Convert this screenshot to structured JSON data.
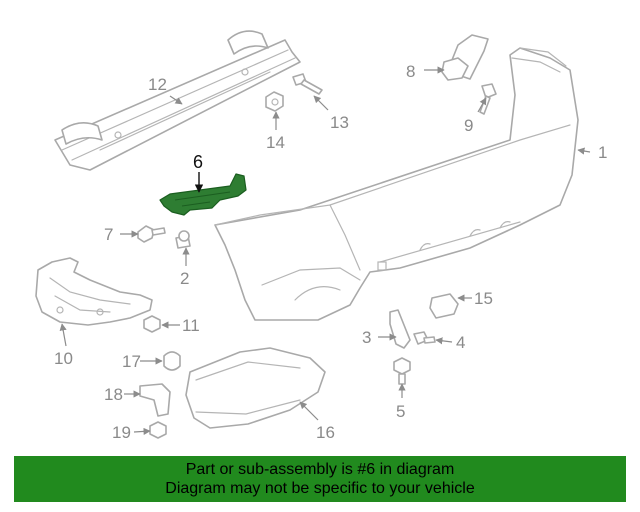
{
  "diagram": {
    "highlighted_part": "6",
    "callouts": [
      "1",
      "2",
      "3",
      "4",
      "5",
      "6",
      "7",
      "8",
      "9",
      "10",
      "11",
      "12",
      "13",
      "14",
      "15",
      "16",
      "17",
      "18",
      "19"
    ],
    "colors": {
      "highlight": "#2e7d32",
      "banner": "#218a1e",
      "line": "#a9a9a9"
    }
  },
  "banner": {
    "line1": "Part or sub-assembly is #6 in diagram",
    "line2": "Diagram may not be specific to your vehicle"
  }
}
